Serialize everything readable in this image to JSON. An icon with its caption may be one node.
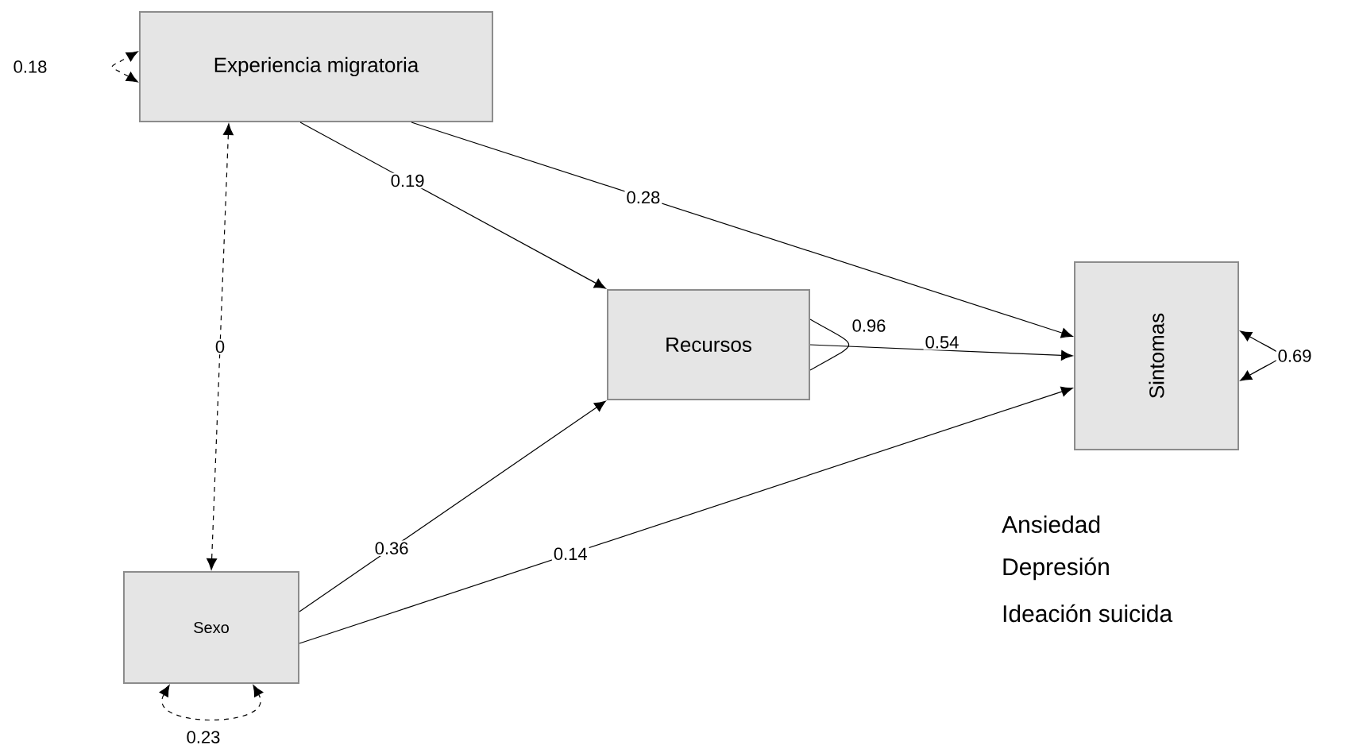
{
  "diagram": {
    "nodes": [
      {
        "text": [
          "Experiencia migratoria"
        ]
      },
      {
        "text": [
          "Recursos"
        ]
      },
      {
        "text": [
          "Sintomas"
        ]
      },
      {
        "text": [
          "Sexo"
        ]
      }
    ],
    "edges": [
      {
        "from": 0,
        "to": 1,
        "arrow": "to",
        "label": "0.19"
      },
      {
        "from": 0,
        "to": 2,
        "arrow": "to",
        "label": "0.28"
      },
      {
        "from": 0,
        "to": 3,
        "arrow": "both",
        "label": "0",
        "style": "dashed"
      },
      {
        "from": 3,
        "to": 1,
        "arrow": "to",
        "label": "0.36"
      },
      {
        "from": 3,
        "to": 2,
        "arrow": "to",
        "label": "0.14"
      },
      {
        "from": 1,
        "to": 2,
        "arrow": "to",
        "label": "0.54"
      },
      {
        "from": 0,
        "to": 0,
        "arrow": "both",
        "label": "0.18",
        "style": "dashed"
      },
      {
        "from": 1,
        "to": 1,
        "arrow": "none",
        "label": "0.96"
      },
      {
        "from": 2,
        "to": 2,
        "arrow": "both",
        "label": "0.69"
      },
      {
        "from": 3,
        "to": 3,
        "arrow": "both",
        "label": "0.23",
        "style": "dashed"
      }
    ],
    "labels": [
      "Ansiedad",
      "Depresión",
      "Ideación suicida"
    ]
  }
}
